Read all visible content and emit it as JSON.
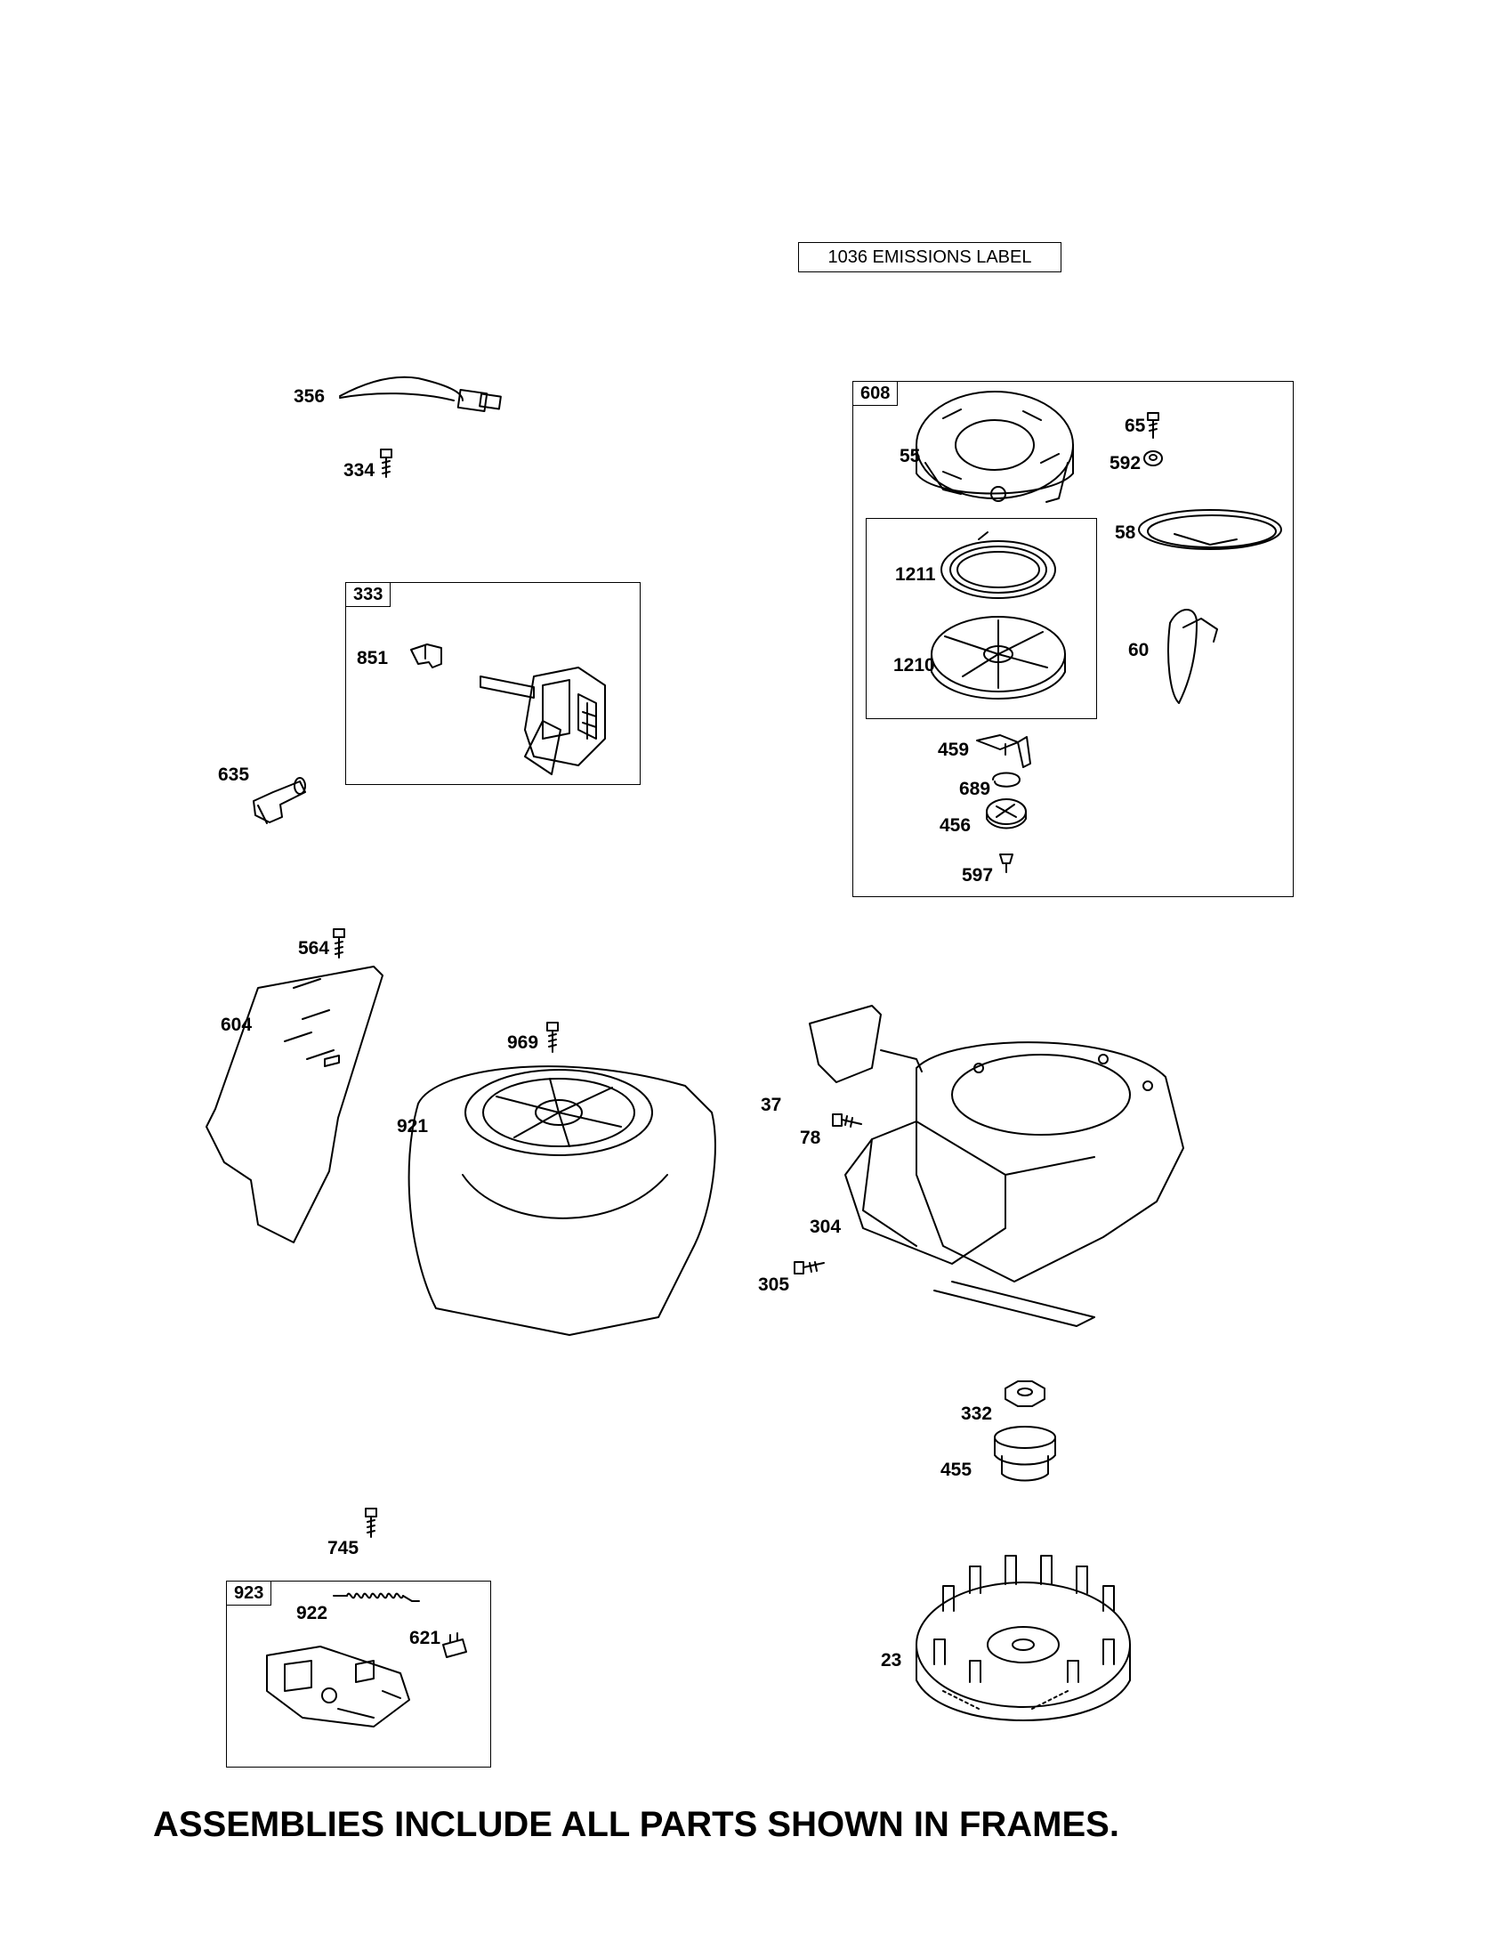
{
  "emissions_label": "1036 EMISSIONS LABEL",
  "footer_note": "ASSEMBLIES INCLUDE ALL PARTS SHOWN IN FRAMES.",
  "frames": {
    "f333": "333",
    "f608": "608",
    "f923": "923"
  },
  "parts": {
    "p356": "356",
    "p334": "334",
    "p851": "851",
    "p635": "635",
    "p55": "55",
    "p65": "65",
    "p592": "592",
    "p58": "58",
    "p1211": "1211",
    "p1210": "1210",
    "p60": "60",
    "p459": "459",
    "p689": "689",
    "p456": "456",
    "p597": "597",
    "p564": "564",
    "p604": "604",
    "p969": "969",
    "p921": "921",
    "p37": "37",
    "p78": "78",
    "p304": "304",
    "p305": "305",
    "p332": "332",
    "p455": "455",
    "p745": "745",
    "p922": "922",
    "p621": "621",
    "p23": "23"
  }
}
